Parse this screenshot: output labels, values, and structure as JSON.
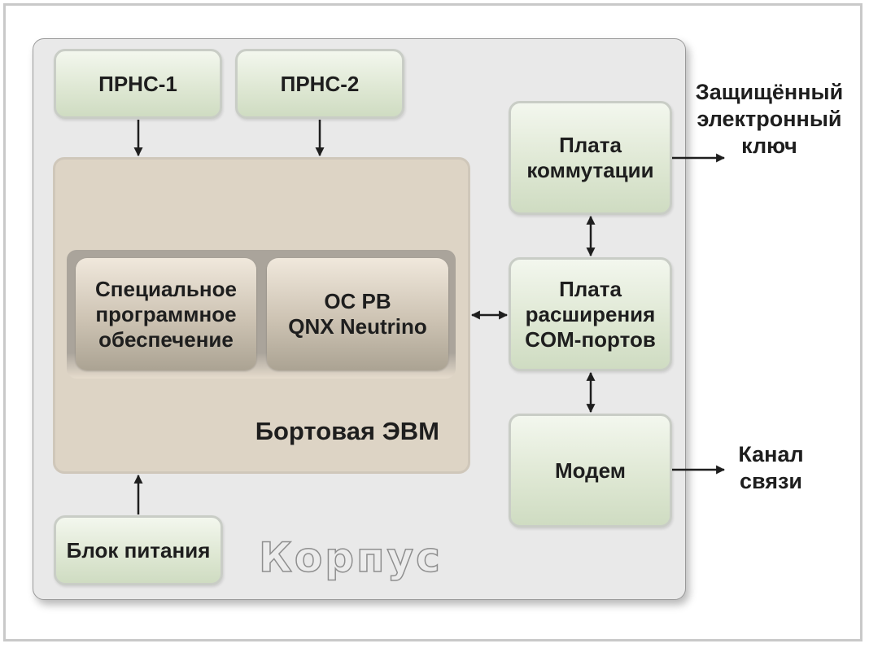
{
  "blocks": {
    "prns1": "ПРНС-1",
    "prns2": "ПРНС-2",
    "software": [
      "Специальное",
      "программное",
      "обеспечение"
    ],
    "os": [
      "ОС РВ",
      "QNX Neutrino"
    ],
    "evm": "Бортовая ЭВМ",
    "power": "Блок питания",
    "switch_board": [
      "Плата",
      "коммутации"
    ],
    "com_board": [
      "Плата",
      "расширения",
      "COM-портов"
    ],
    "modem": "Модем",
    "corpus": "Корпус"
  },
  "external": {
    "key": [
      "Защищённый",
      "электронный",
      "ключ"
    ],
    "channel": [
      "Канал",
      "связи"
    ]
  },
  "colors": {
    "module_green": "#dfe8d4",
    "evm_tan": "#ddd4c5",
    "corpus_gray": "#e9e9e9",
    "arrow": "#1e1e1e"
  }
}
